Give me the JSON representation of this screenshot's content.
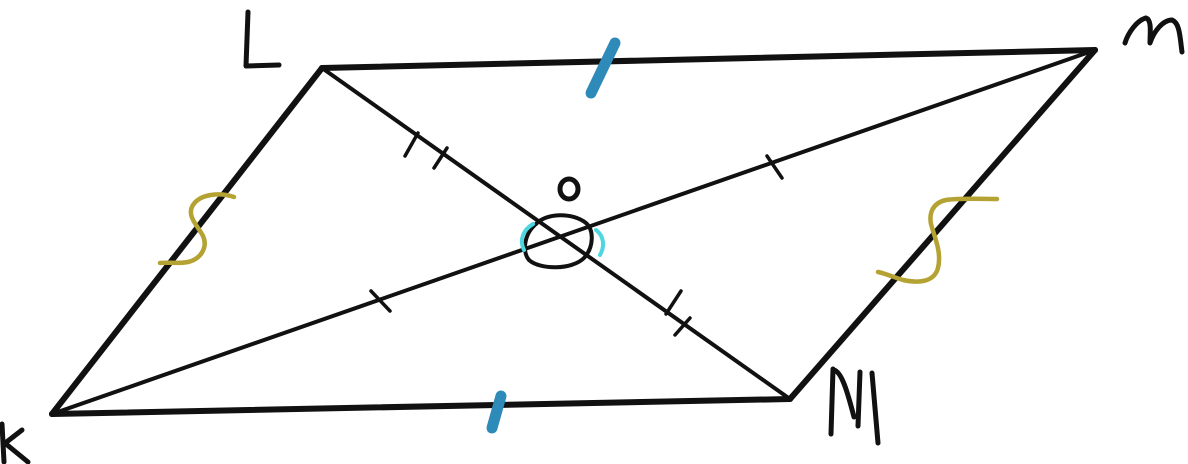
{
  "diagram": {
    "vertices": {
      "L": {
        "label": "L"
      },
      "M": {
        "label": "M"
      },
      "N": {
        "label": "N"
      },
      "K": {
        "label": "K"
      },
      "O": {
        "label": "O"
      }
    },
    "colors": {
      "stroke": "#111111",
      "side_mark_blue": "#2e8ab8",
      "side_mark_olive": "#b4a233",
      "angle_mark_cyan": "#4fd6e0"
    }
  }
}
